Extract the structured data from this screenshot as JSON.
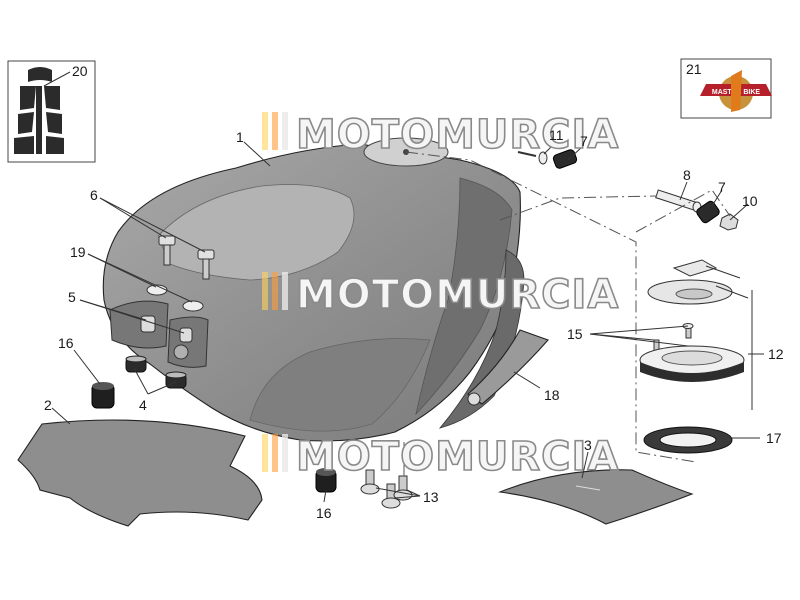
{
  "diagram": {
    "watermark_text": "MOTOMURCIA",
    "callouts": {
      "c1": "1",
      "c2": "2",
      "c3": "3",
      "c4": "4",
      "c5": "5",
      "c6": "6",
      "c7a": "7",
      "c7b": "7",
      "c8": "8",
      "c10": "10",
      "c11": "11",
      "c12": "12",
      "c13": "13",
      "c15": "15",
      "c16a": "16",
      "c16b": "16",
      "c17": "17",
      "c18": "18",
      "c19": "19",
      "c20": "20",
      "c21": "21"
    },
    "badge_text": "MASTER BIKE"
  }
}
